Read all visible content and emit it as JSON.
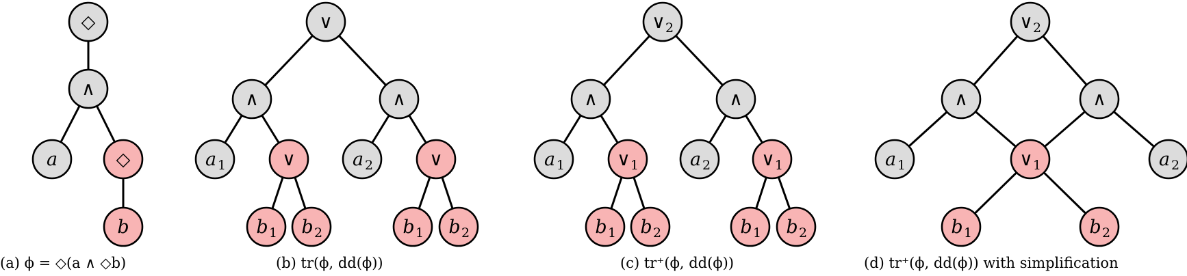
{
  "colors": {
    "gray_node": "#dcdcdc",
    "pink_node": "#f8b4b4",
    "edge": "#000000"
  },
  "panels": [
    {
      "caption": "(a) ϕ = ◇(a ∧ ◇b)",
      "nodes": [
        {
          "id": "a_root",
          "label": "◇",
          "color": "gray"
        },
        {
          "id": "a_and",
          "label": "∧",
          "color": "gray"
        },
        {
          "id": "a_a",
          "label": "a",
          "italic": true,
          "color": "gray"
        },
        {
          "id": "a_dia",
          "label": "◇",
          "color": "pink"
        },
        {
          "id": "a_b",
          "label": "b",
          "italic": true,
          "color": "pink"
        }
      ],
      "edges": [
        [
          "a_root",
          "a_and"
        ],
        [
          "a_and",
          "a_a"
        ],
        [
          "a_and",
          "a_dia"
        ],
        [
          "a_dia",
          "a_b"
        ]
      ]
    },
    {
      "caption": "(b) tr(ϕ, dd(ϕ))",
      "nodes": [
        {
          "id": "b_root",
          "label": "∨",
          "color": "gray"
        },
        {
          "id": "b_and1",
          "label": "∧",
          "color": "gray"
        },
        {
          "id": "b_and2",
          "label": "∧",
          "color": "gray"
        },
        {
          "id": "b_a1",
          "label": "a",
          "sub": "1",
          "italic": true,
          "color": "gray"
        },
        {
          "id": "b_or1",
          "label": "∨",
          "color": "pink"
        },
        {
          "id": "b_a2",
          "label": "a",
          "sub": "2",
          "italic": true,
          "color": "gray"
        },
        {
          "id": "b_or2",
          "label": "∨",
          "color": "pink"
        },
        {
          "id": "b_b1a",
          "label": "b",
          "sub": "1",
          "italic": true,
          "color": "pink"
        },
        {
          "id": "b_b2a",
          "label": "b",
          "sub": "2",
          "italic": true,
          "color": "pink"
        },
        {
          "id": "b_b1b",
          "label": "b",
          "sub": "1",
          "italic": true,
          "color": "pink"
        },
        {
          "id": "b_b2b",
          "label": "b",
          "sub": "2",
          "italic": true,
          "color": "pink"
        }
      ],
      "edges": [
        [
          "b_root",
          "b_and1"
        ],
        [
          "b_root",
          "b_and2"
        ],
        [
          "b_and1",
          "b_a1"
        ],
        [
          "b_and1",
          "b_or1"
        ],
        [
          "b_and2",
          "b_a2"
        ],
        [
          "b_and2",
          "b_or2"
        ],
        [
          "b_or1",
          "b_b1a"
        ],
        [
          "b_or1",
          "b_b2a"
        ],
        [
          "b_or2",
          "b_b1b"
        ],
        [
          "b_or2",
          "b_b2b"
        ]
      ]
    },
    {
      "caption": "(c) tr⁺(ϕ, dd(ϕ))",
      "nodes": [
        {
          "id": "c_root",
          "label": "∨",
          "sub": "2",
          "color": "gray"
        },
        {
          "id": "c_and1",
          "label": "∧",
          "color": "gray"
        },
        {
          "id": "c_and2",
          "label": "∧",
          "color": "gray"
        },
        {
          "id": "c_a1",
          "label": "a",
          "sub": "1",
          "italic": true,
          "color": "gray"
        },
        {
          "id": "c_or1",
          "label": "∨",
          "sub": "1",
          "color": "pink"
        },
        {
          "id": "c_a2",
          "label": "a",
          "sub": "2",
          "italic": true,
          "color": "gray"
        },
        {
          "id": "c_or2",
          "label": "∨",
          "sub": "1",
          "color": "pink"
        },
        {
          "id": "c_b1a",
          "label": "b",
          "sub": "1",
          "italic": true,
          "color": "pink"
        },
        {
          "id": "c_b2a",
          "label": "b",
          "sub": "2",
          "italic": true,
          "color": "pink"
        },
        {
          "id": "c_b1b",
          "label": "b",
          "sub": "1",
          "italic": true,
          "color": "pink"
        },
        {
          "id": "c_b2b",
          "label": "b",
          "sub": "2",
          "italic": true,
          "color": "pink"
        }
      ],
      "edges": [
        [
          "c_root",
          "c_and1"
        ],
        [
          "c_root",
          "c_and2"
        ],
        [
          "c_and1",
          "c_a1"
        ],
        [
          "c_and1",
          "c_or1"
        ],
        [
          "c_and2",
          "c_a2"
        ],
        [
          "c_and2",
          "c_or2"
        ],
        [
          "c_or1",
          "c_b1a"
        ],
        [
          "c_or1",
          "c_b2a"
        ],
        [
          "c_or2",
          "c_b1b"
        ],
        [
          "c_or2",
          "c_b2b"
        ]
      ]
    },
    {
      "caption": "(d) tr⁺(ϕ, dd(ϕ)) with simplification",
      "nodes": [
        {
          "id": "d_root",
          "label": "∨",
          "sub": "2",
          "color": "gray"
        },
        {
          "id": "d_and1",
          "label": "∧",
          "color": "gray"
        },
        {
          "id": "d_and2",
          "label": "∧",
          "color": "gray"
        },
        {
          "id": "d_a1",
          "label": "a",
          "sub": "1",
          "italic": true,
          "color": "gray"
        },
        {
          "id": "d_or",
          "label": "∨",
          "sub": "1",
          "color": "pink"
        },
        {
          "id": "d_a2",
          "label": "a",
          "sub": "2",
          "italic": true,
          "color": "gray"
        },
        {
          "id": "d_b1",
          "label": "b",
          "sub": "1",
          "italic": true,
          "color": "pink"
        },
        {
          "id": "d_b2",
          "label": "b",
          "sub": "2",
          "italic": true,
          "color": "pink"
        }
      ],
      "edges": [
        [
          "d_root",
          "d_and1"
        ],
        [
          "d_root",
          "d_and2"
        ],
        [
          "d_and1",
          "d_a1"
        ],
        [
          "d_and1",
          "d_or"
        ],
        [
          "d_and2",
          "d_or"
        ],
        [
          "d_and2",
          "d_a2"
        ],
        [
          "d_or",
          "d_b1"
        ],
        [
          "d_or",
          "d_b2"
        ]
      ]
    }
  ]
}
